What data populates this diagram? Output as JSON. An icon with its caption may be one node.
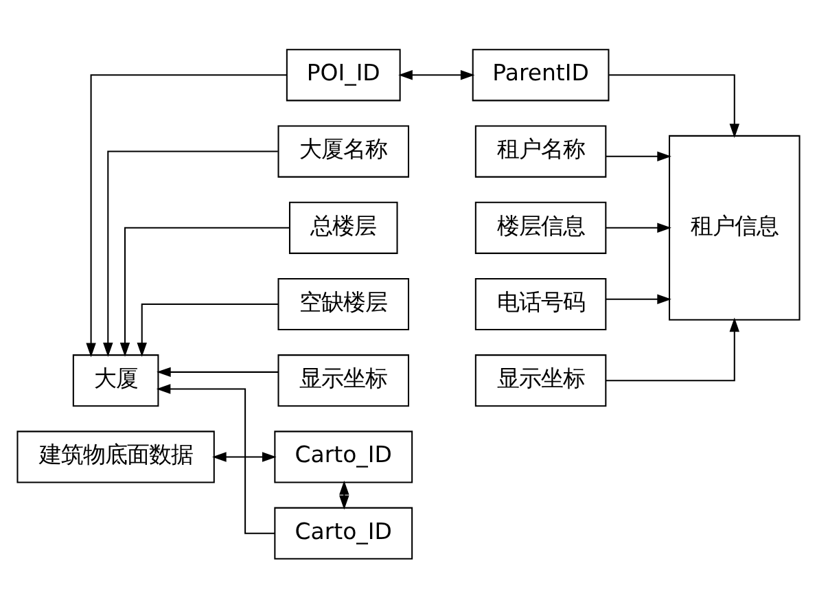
{
  "diagram": {
    "nodes": [
      {
        "text": [
          "大厦"
        ]
      },
      {
        "text": [
          "POI_ID"
        ]
      },
      {
        "text": [
          "大厦名称"
        ]
      },
      {
        "text": [
          "Carto_ID"
        ]
      },
      {
        "text": [
          "总楼层"
        ]
      },
      {
        "text": [
          "空缺楼层"
        ]
      },
      {
        "text": [
          "显示坐标"
        ]
      },
      {
        "text": [
          "ParentID"
        ]
      },
      {
        "text": [
          "租户名称"
        ]
      },
      {
        "text": [
          "楼层信息"
        ]
      },
      {
        "text": [
          "电话号码"
        ]
      },
      {
        "text": [
          "显示坐标"
        ]
      },
      {
        "text": [
          "租户信息"
        ]
      },
      {
        "text": [
          "建筑物底面数据"
        ]
      },
      {
        "text": [
          "Carto_ID"
        ]
      }
    ],
    "edges": [
      {
        "from": 1,
        "to": 0,
        "arrow": "to"
      },
      {
        "from": 2,
        "to": 0,
        "arrow": "to"
      },
      {
        "from": 3,
        "to": 0,
        "arrow": "to"
      },
      {
        "from": 4,
        "to": 0,
        "arrow": "to"
      },
      {
        "from": 5,
        "to": 0,
        "arrow": "to"
      },
      {
        "from": 6,
        "to": 0,
        "arrow": "to"
      },
      {
        "from": 1,
        "to": 7,
        "arrow": "both"
      },
      {
        "from": 7,
        "to": 12,
        "arrow": "to"
      },
      {
        "from": 8,
        "to": 12,
        "arrow": "to"
      },
      {
        "from": 9,
        "to": 12,
        "arrow": "to"
      },
      {
        "from": 10,
        "to": 12,
        "arrow": "to"
      },
      {
        "from": 11,
        "to": 12,
        "arrow": "to"
      },
      {
        "from": 14,
        "to": 3,
        "arrow": "both"
      },
      {
        "from": 13,
        "to": 14,
        "arrow": "both"
      }
    ]
  }
}
